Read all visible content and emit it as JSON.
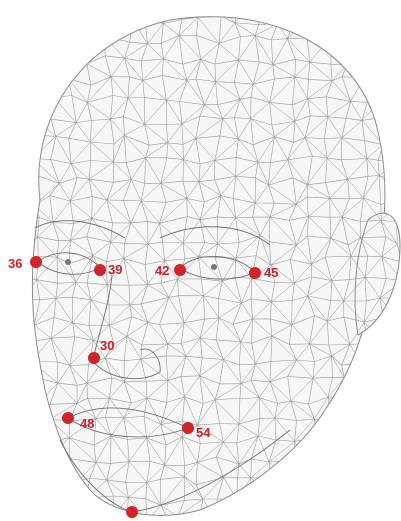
{
  "figure": {
    "subject": "3D wireframe face mesh",
    "landmark_color": "#d0232a",
    "mesh_color": "#9a9a9a"
  },
  "landmarks": [
    {
      "id": "36",
      "label": "36"
    },
    {
      "id": "39",
      "label": "39"
    },
    {
      "id": "42",
      "label": "42"
    },
    {
      "id": "45",
      "label": "45"
    },
    {
      "id": "30",
      "label": "30"
    },
    {
      "id": "48",
      "label": "48"
    },
    {
      "id": "54",
      "label": "54"
    },
    {
      "id": "chin",
      "label": ""
    }
  ]
}
